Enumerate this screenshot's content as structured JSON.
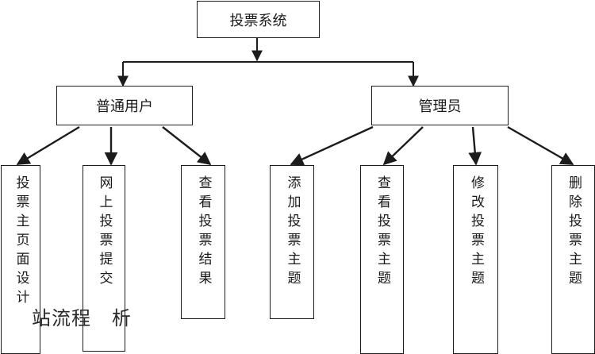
{
  "root": {
    "label": "投票系统"
  },
  "groups": [
    {
      "label": "普通用户",
      "children": [
        "投票主页面设计",
        "网上投票提交",
        "查看投票结果"
      ]
    },
    {
      "label": "管理员",
      "children": [
        "添加投票主题",
        "查看投票主题",
        "修改投票主题",
        "删除投票主题"
      ]
    }
  ],
  "overlay_text": "站流程   析"
}
